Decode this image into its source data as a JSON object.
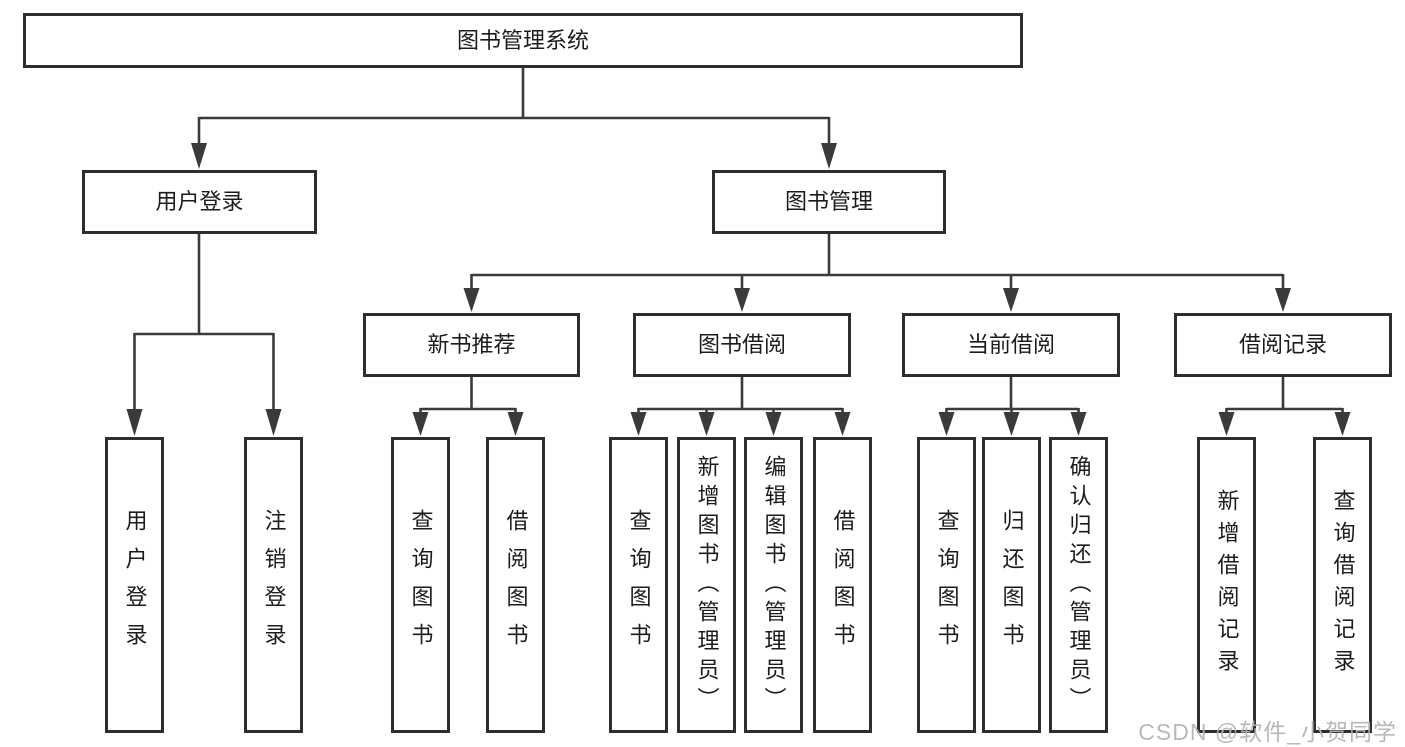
{
  "colors": {
    "background": "#ffffff",
    "box_border": "#2e2e30",
    "connector_line": "#3a3a3c",
    "text": "#1c1c1e",
    "watermark_text": "#b3b3b3"
  },
  "watermark": "CSDN @软件_小贺同学",
  "tree": {
    "label": "图书管理系统",
    "children": [
      {
        "label": "用户登录",
        "children": [
          {
            "label": "用户登录"
          },
          {
            "label": "注销登录"
          }
        ]
      },
      {
        "label": "图书管理",
        "children": [
          {
            "label": "新书推荐",
            "children": [
              {
                "label": "查询图书"
              },
              {
                "label": "借阅图书"
              }
            ]
          },
          {
            "label": "图书借阅",
            "children": [
              {
                "label": "查询图书"
              },
              {
                "label": "新增图书（管理员）"
              },
              {
                "label": "编辑图书（管理员）"
              },
              {
                "label": "借阅图书"
              }
            ]
          },
          {
            "label": "当前借阅",
            "children": [
              {
                "label": "查询图书"
              },
              {
                "label": "归还图书"
              },
              {
                "label": "确认归还（管理员）"
              }
            ]
          },
          {
            "label": "借阅记录",
            "children": [
              {
                "label": "新增借阅记录"
              },
              {
                "label": "查询借阅记录"
              }
            ]
          }
        ]
      }
    ]
  }
}
